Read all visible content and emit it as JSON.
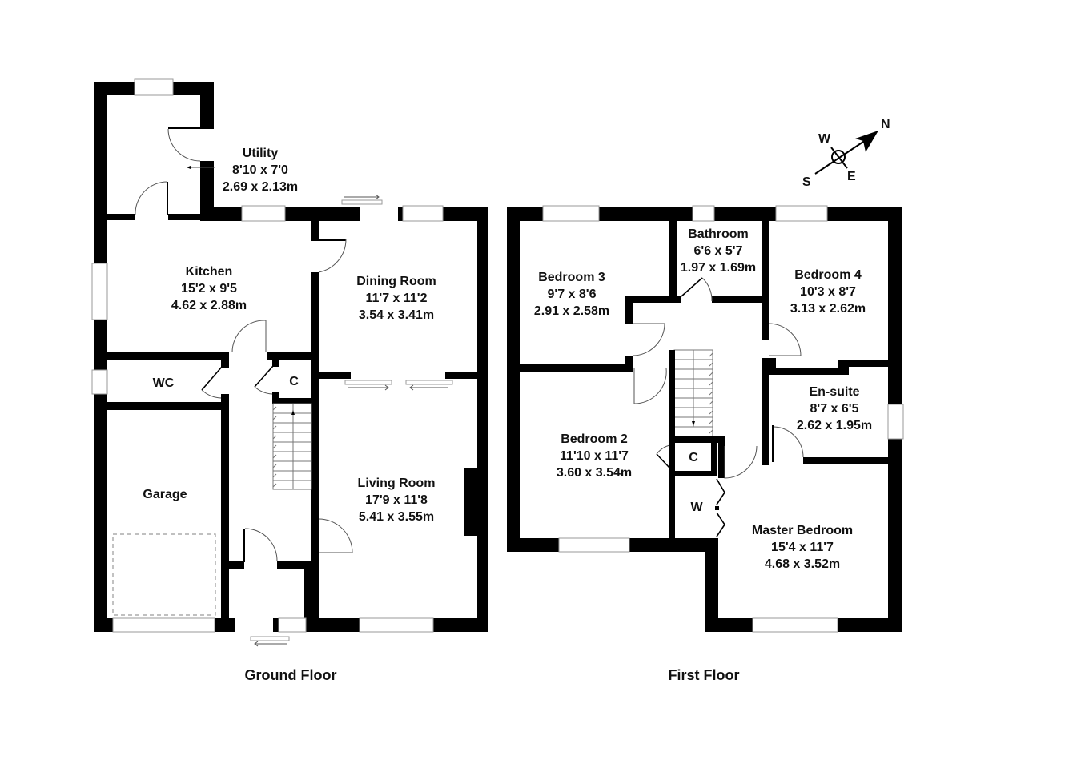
{
  "colors": {
    "wall": "#000000",
    "background": "#ffffff",
    "window": "#9a9a9a",
    "text": "#111111"
  },
  "ground_floor": {
    "label": "Ground Floor",
    "rooms": [
      {
        "id": "utility",
        "name": "Utility",
        "imperial": "8'10 x 7'0",
        "metric": "2.69 x 2.13m"
      },
      {
        "id": "kitchen",
        "name": "Kitchen",
        "imperial": "15'2 x 9'5",
        "metric": "4.62 x 2.88m"
      },
      {
        "id": "dining",
        "name": "Dining Room",
        "imperial": "11'7 x 11'2",
        "metric": "3.54 x 3.41m"
      },
      {
        "id": "wc",
        "name": "WC"
      },
      {
        "id": "cupboard",
        "name": "C"
      },
      {
        "id": "garage",
        "name": "Garage"
      },
      {
        "id": "living",
        "name": "Living Room",
        "imperial": "17'9 x 11'8",
        "metric": "5.41 x 3.55m"
      }
    ]
  },
  "first_floor": {
    "label": "First Floor",
    "rooms": [
      {
        "id": "bed3",
        "name": "Bedroom 3",
        "imperial": "9'7 x 8'6",
        "metric": "2.91 x 2.58m"
      },
      {
        "id": "bath",
        "name": "Bathroom",
        "imperial": "6'6 x 5'7",
        "metric": "1.97 x 1.69m"
      },
      {
        "id": "bed4",
        "name": "Bedroom 4",
        "imperial": "10'3 x 8'7",
        "metric": "3.13 x 2.62m"
      },
      {
        "id": "ensuite",
        "name": "En-suite",
        "imperial": "8'7 x 6'5",
        "metric": "2.62 x 1.95m"
      },
      {
        "id": "bed2",
        "name": "Bedroom 2",
        "imperial": "11'10 x 11'7",
        "metric": "3.60 x 3.54m"
      },
      {
        "id": "cupboard",
        "name": "C"
      },
      {
        "id": "wardrobe",
        "name": "W"
      },
      {
        "id": "master",
        "name": "Master Bedroom",
        "imperial": "15'4 x 11'7",
        "metric": "4.68 x 3.52m"
      }
    ]
  },
  "compass": {
    "north": "N",
    "south": "S",
    "east": "E",
    "west": "W",
    "icon": "compass-icon"
  }
}
